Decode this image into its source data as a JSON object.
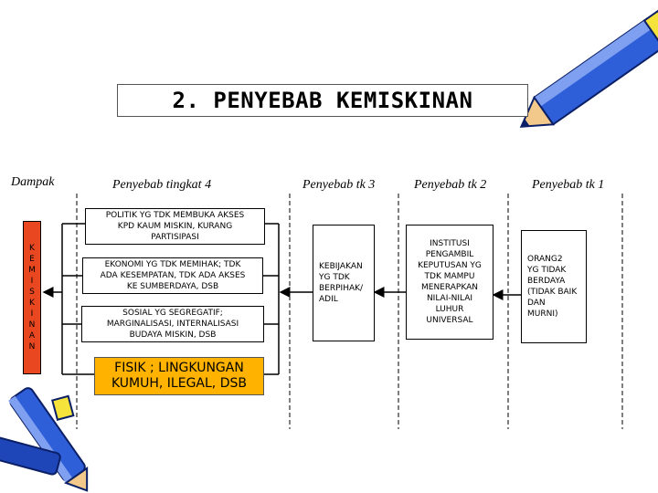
{
  "title": "2. PENYEBAB KEMISKINAN",
  "headers": {
    "dampak": "Dampak",
    "tingkat4": "Penyebab tingkat 4",
    "tk3": "Penyebab tk 3",
    "tk2": "Penyebab tk 2",
    "tk1": "Penyebab tk 1"
  },
  "impact_label": "K\nE\nM\nI\nS\nK\nI\nN\nA\nN",
  "level4": [
    "POLITIK YG TDK MEMBUKA AKSES\nKPD KAUM MISKIN, KURANG\nPARTISIPASI",
    "EKONOMI YG TDK MEMIHAK; TDK\nADA KESEMPATAN, TDK ADA AKSES\nKE SUMBERDAYA, DSB",
    "SOSIAL YG SEGREGATIF;\nMARGINALISASI, INTERNALISASI\nBUDAYA MISKIN, DSB",
    "FISIK ; LINGKUNGAN\nKUMUH, ILEGAL, DSB"
  ],
  "level3": "KEBIJAKAN\nYG TDK\nBERPIHAK/\nADIL",
  "level2": "INSTITUSI\nPENGAMBIL\nKEPUTUSAN YG\nTDK MAMPU\nMENERAPKAN\nNILAI-NILAI\nLUHUR\nUNIVERSAL",
  "level1": "ORANG2\nYG TIDAK\nBERDAYA\n(TIDAK BAIK\nDAN\nMURNI)",
  "colors": {
    "impact": "#e8471f",
    "fisik": "#ffb300",
    "pencil_blue": "#2f5fd8",
    "pencil_yellow": "#f5e23a"
  },
  "icons": [
    "pencil-icon",
    "pens-icon"
  ]
}
